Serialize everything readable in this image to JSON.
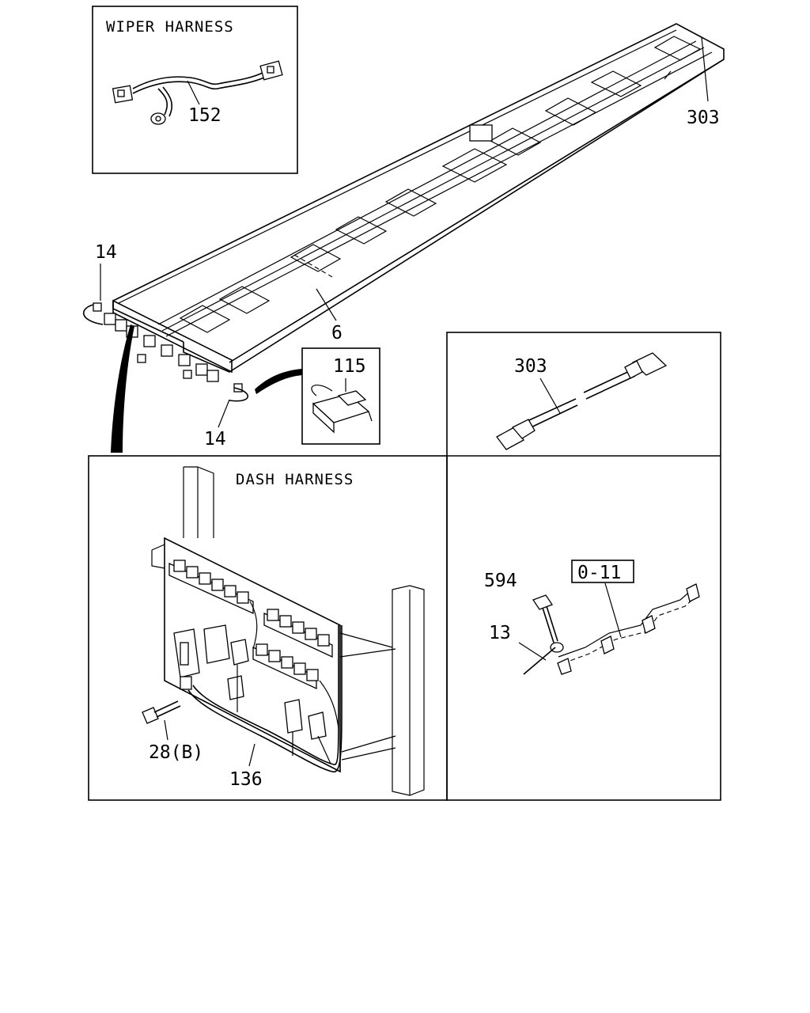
{
  "panels": {
    "wiper": {
      "title": "WIPER HARNESS",
      "part_label": "152"
    },
    "dash": {
      "title": "DASH HARNESS",
      "labels": {
        "bolt": "28(B)",
        "harness": "136"
      }
    },
    "extension": {
      "part_label": "303"
    },
    "ground": {
      "labels": {
        "bolt": "594",
        "wire": "13",
        "ref": "0-11"
      }
    },
    "connector": {
      "part_label": "115"
    }
  },
  "main": {
    "labels": {
      "frame_harness": "6",
      "top_left": "14",
      "bottom": "14",
      "top_right": "303"
    }
  }
}
